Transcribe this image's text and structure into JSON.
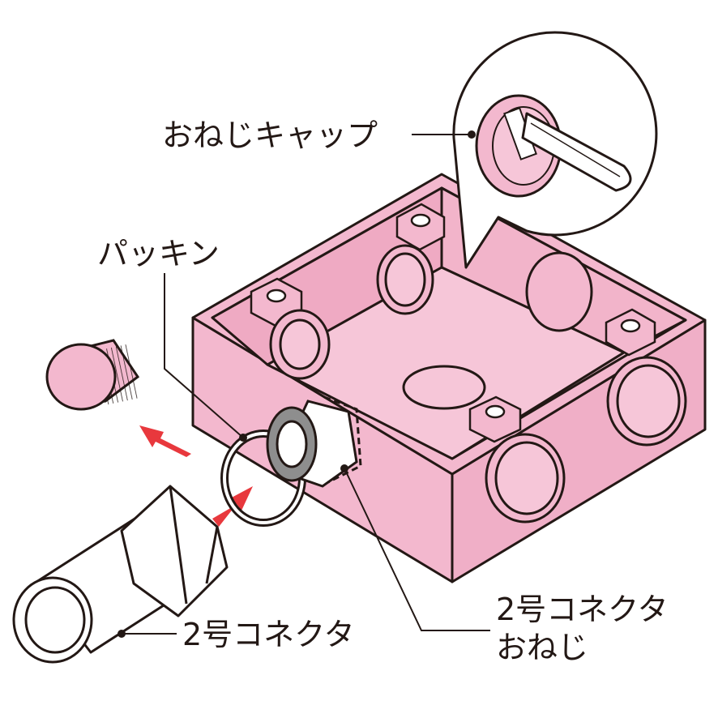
{
  "labels": {
    "cap": "おねじキャップ",
    "packing": "パッキン",
    "connector": "2号コネクタ",
    "connector_thread_line1": "2号コネクタ",
    "connector_thread_line2": "おねじ"
  },
  "colors": {
    "pink": "#F3B8CE",
    "pink_dark": "#E48FB0",
    "arrow": "#E8383D",
    "outline": "#231815",
    "thread_gray": "#8E8E8E"
  }
}
